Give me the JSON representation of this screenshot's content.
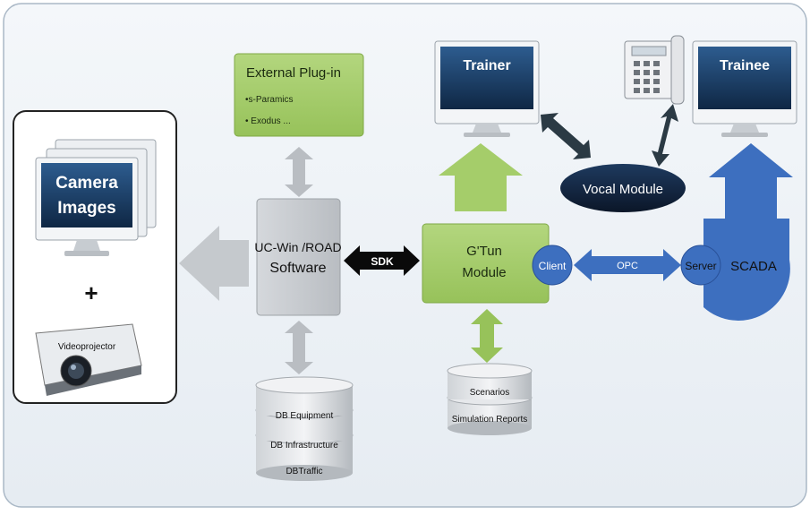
{
  "external_plugin": {
    "title": "External Plug-in",
    "items": [
      "•s-Paramics",
      "• Exodus ..."
    ]
  },
  "camera_images": {
    "line1": "Camera",
    "line2": "Images"
  },
  "plus_sign": "+",
  "videoprojector": "Videoprojector",
  "ucwin": {
    "line1": "UC-Win /ROAD",
    "line2": "Software"
  },
  "sdk": "SDK",
  "gtun": {
    "line1": "G'Tun",
    "line2": "Module"
  },
  "client": "Client",
  "opc": "OPC",
  "server": "Server",
  "scada": "SCADA",
  "trainer": "Trainer",
  "trainee": "Trainee",
  "vocal_module": "Vocal Module",
  "db_stack": [
    "DB Equipment",
    "DB Infrastructure",
    "DBTraffic"
  ],
  "scenarios_stack": [
    "Scenarios",
    "Simulation Reports"
  ],
  "colors": {
    "green": "#a5cd6a",
    "gray": "#c8cbcf",
    "blue": "#3d6fbf",
    "navy": "#12233d",
    "monitor_screen": "#1e3f6a"
  }
}
